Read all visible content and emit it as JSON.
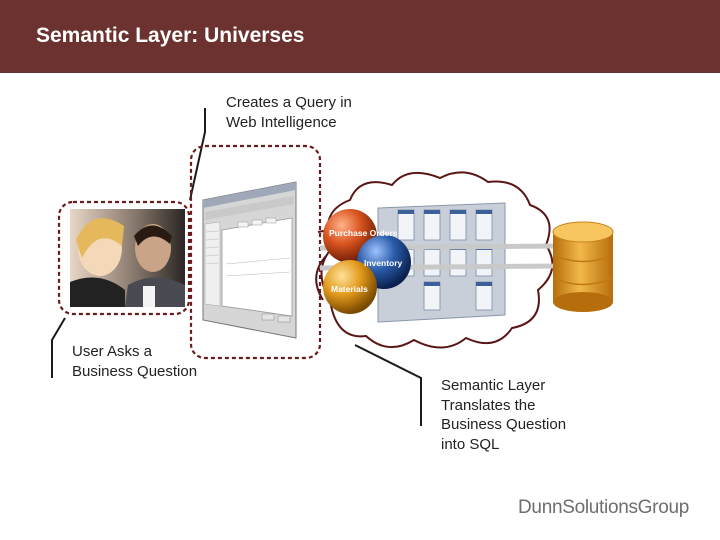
{
  "slide": {
    "title": "Semantic Layer: Universes"
  },
  "callouts": {
    "query": {
      "line1": "Creates a Query in",
      "line2": "Web Intelligence"
    },
    "user": {
      "line1": "User Asks a",
      "line2": "Business Question"
    },
    "semantic": {
      "line1": "Semantic Layer",
      "line2": "Translates the",
      "line3": "Business Question",
      "line4": "into SQL"
    }
  },
  "spheres": {
    "purchase": "Purchase Orders",
    "inventory": "Inventory",
    "materials": "Materials"
  },
  "logo": {
    "text": "DunnSolutionsGroup"
  },
  "colors": {
    "header": "#6b3230",
    "callout_border": "#6b1c1c",
    "sphere_purchase": "#d9541f",
    "sphere_inventory": "#2b5ca8",
    "sphere_materials": "#e29a1c",
    "database": "#e3a126"
  },
  "icons": [
    "users-photo",
    "app-window-screenshot",
    "semantic-cloud",
    "database-icon"
  ]
}
